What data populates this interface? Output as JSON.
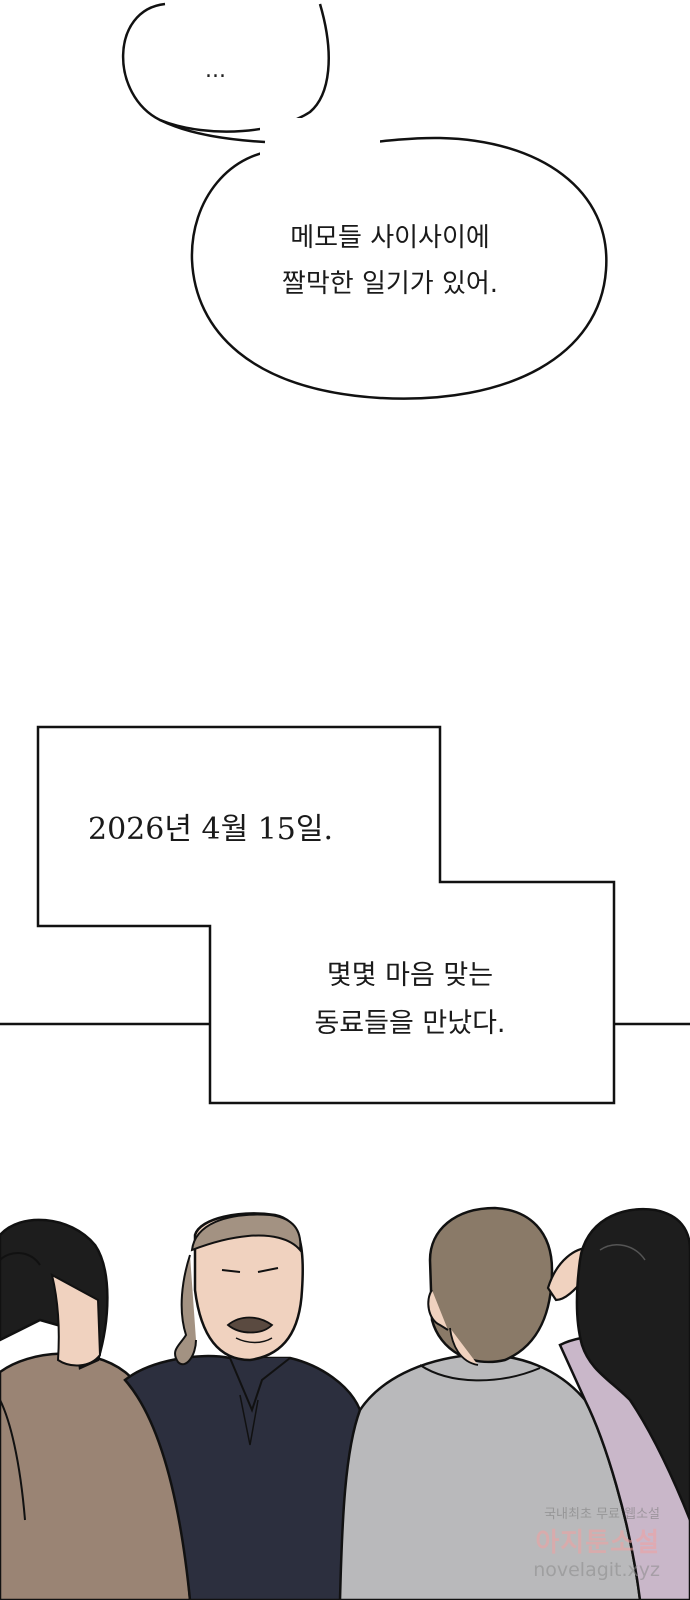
{
  "speech_bubble": {
    "ellipsis": "...",
    "line1": "메모들 사이사이에",
    "line2": "짤막한 일기가 있어."
  },
  "caption_box": {
    "date": "2026년 4월 15일.",
    "line1": "몇몇 마음 맞는",
    "line2": "동료들을 만났다."
  },
  "watermark": {
    "line1": "국내최초 무료 웹소설",
    "line2": "아지툰소설",
    "line3": "novelagit.xyz"
  },
  "colors": {
    "outline": "#111111",
    "brown_jacket": "#9a8474",
    "navy_jacket": "#2c2f3e",
    "gray_sweater": "#b9b9bb",
    "lilac_shirt": "#c9b7c9",
    "skin": "#f0d2bf"
  }
}
